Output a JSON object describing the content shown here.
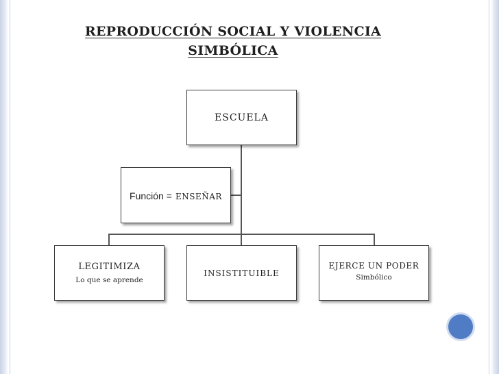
{
  "title": {
    "line1": "REPRODUCCIÓN SOCIAL Y VIOLENCIA",
    "line2": "SIMBÓLICA"
  },
  "diagram": {
    "root": {
      "label": "ESCUELA"
    },
    "side": {
      "label": "Función =",
      "value": "ENSEÑAR"
    },
    "children": [
      {
        "label": "LEGITIMIZA",
        "sub": "Lo que se aprende"
      },
      {
        "label": "INSISTITUIBLE",
        "sub": ""
      },
      {
        "label": "EJERCE UN PODER",
        "sub": "Simbólico"
      }
    ]
  },
  "colors": {
    "accent": "#4f7cc4",
    "border": "#3a3a3a"
  }
}
